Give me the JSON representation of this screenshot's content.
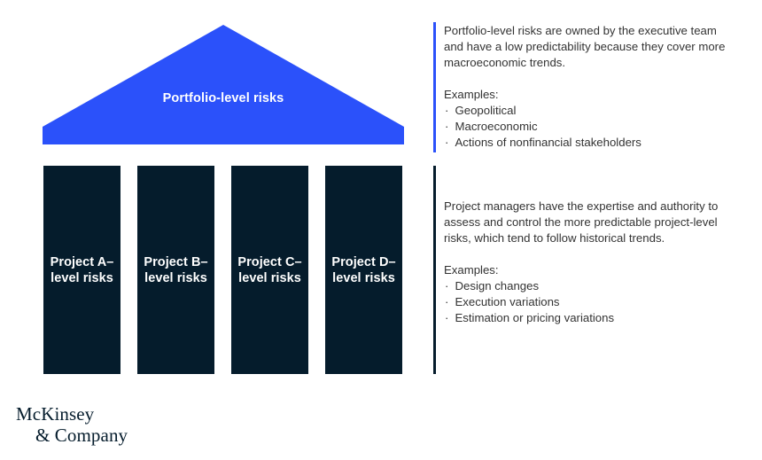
{
  "colors": {
    "roof_blue": "#2b51fa",
    "pillar_navy": "#051c2c",
    "body_text": "#333333",
    "background": "#ffffff"
  },
  "diagram": {
    "roof": {
      "label": "Portfolio-level risks"
    },
    "pillars": [
      {
        "line1": "Project A–",
        "line2": "level risks"
      },
      {
        "line1": "Project B–",
        "line2": "level risks"
      },
      {
        "line1": "Project C–",
        "line2": "level risks"
      },
      {
        "line1": "Project D–",
        "line2": "level risks"
      }
    ]
  },
  "panels": {
    "top": {
      "body": "Portfolio-level risks are owned by the executive team and have a low predictability because they cover more macroeconomic trends.",
      "examples_label": "Examples:",
      "examples": [
        "Geopolitical",
        "Macroeconomic",
        "Actions of nonfinancial stakeholders"
      ]
    },
    "bottom": {
      "body": "Project managers have the expertise and authority to assess and control the more predictable project-level risks, which tend to follow historical trends.",
      "examples_label": "Examples:",
      "examples": [
        "Design changes",
        "Execution variations",
        "Estimation or pricing variations"
      ]
    }
  },
  "bullet_glyph": "·",
  "logo": {
    "line1": "McKinsey",
    "line2": "& Company"
  }
}
